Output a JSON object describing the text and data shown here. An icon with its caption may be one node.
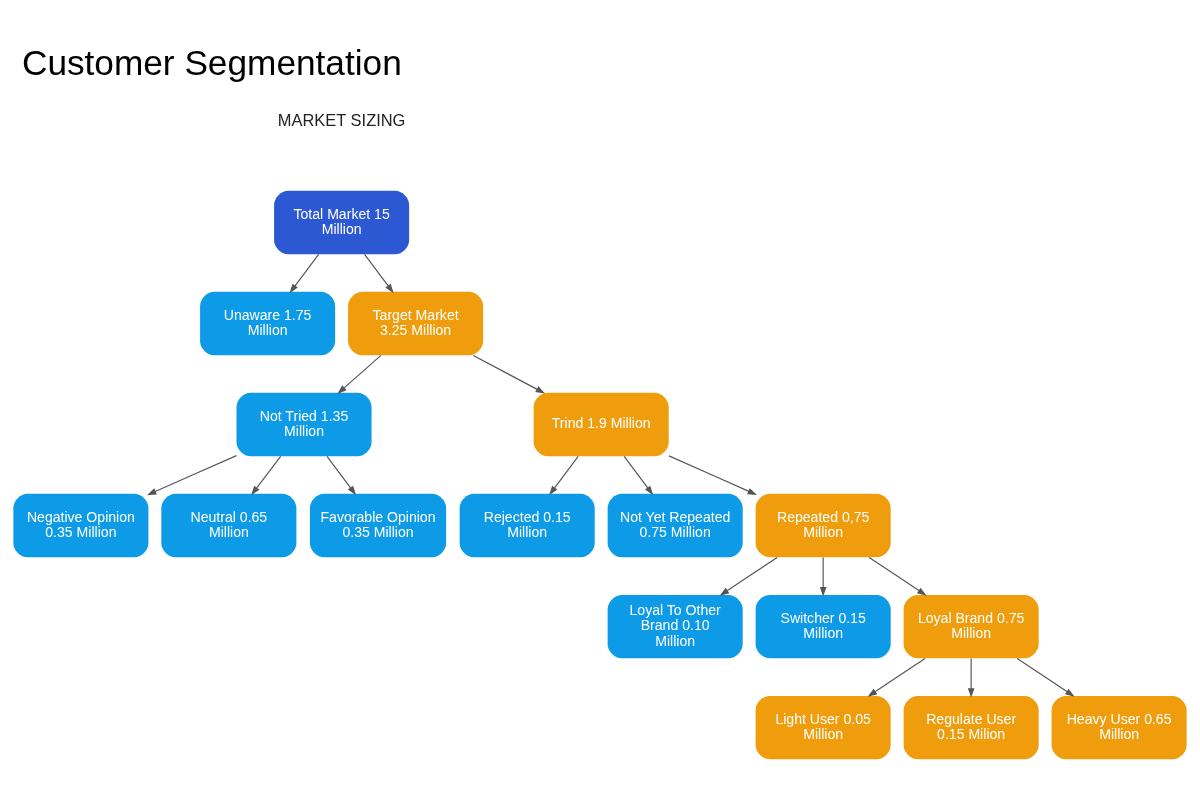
{
  "diagram": {
    "title": "Customer Segmentation",
    "nodes": [
      {
        "text": [
          "Total Market 15 Million"
        ]
      },
      {
        "text": [
          "Unaware 1.75 Million"
        ]
      },
      {
        "text": [
          "Target Market 3.25 Million"
        ]
      },
      {
        "text": [
          "Not Tried 1.35 Million"
        ]
      },
      {
        "text": [
          "Trind 1.9 Million"
        ]
      },
      {
        "text": [
          "Negative Opinion 0.35 Million"
        ]
      },
      {
        "text": [
          "Neutral 0.65 Million"
        ]
      },
      {
        "text": [
          "Favorable Opinion 0.35 Million"
        ]
      },
      {
        "text": [
          "Rejected 0.15 Million"
        ]
      },
      {
        "text": [
          "Not Yet Repeated 0.75 Million"
        ]
      },
      {
        "text": [
          "Repeated 0,75 Million"
        ]
      },
      {
        "text": [
          "Loyal To Other Brand 0.10 Million"
        ]
      },
      {
        "text": [
          "Switcher 0.15 Million"
        ]
      },
      {
        "text": [
          "Loyal Brand 0.75 Million"
        ]
      },
      {
        "text": [
          "Light User 0.05 Million"
        ]
      },
      {
        "text": [
          "Regulate User 0.15 Milion"
        ]
      },
      {
        "text": [
          "Heavy User 0.65 Million"
        ]
      }
    ],
    "edges": [
      {
        "from": 0,
        "to": 1,
        "arrow": "to"
      },
      {
        "from": 0,
        "to": 2,
        "arrow": "to"
      },
      {
        "from": 2,
        "to": 3,
        "arrow": "to"
      },
      {
        "from": 2,
        "to": 4,
        "arrow": "to"
      },
      {
        "from": 3,
        "to": 5,
        "arrow": "to"
      },
      {
        "from": 3,
        "to": 6,
        "arrow": "to"
      },
      {
        "from": 3,
        "to": 7,
        "arrow": "to"
      },
      {
        "from": 4,
        "to": 8,
        "arrow": "to"
      },
      {
        "from": 4,
        "to": 9,
        "arrow": "to"
      },
      {
        "from": 4,
        "to": 10,
        "arrow": "to"
      },
      {
        "from": 10,
        "to": 11,
        "arrow": "to"
      },
      {
        "from": 10,
        "to": 12,
        "arrow": "to"
      },
      {
        "from": 10,
        "to": 13,
        "arrow": "to"
      },
      {
        "from": 13,
        "to": 14,
        "arrow": "to"
      },
      {
        "from": 13,
        "to": 15,
        "arrow": "to"
      },
      {
        "from": 13,
        "to": 16,
        "arrow": "to"
      }
    ],
    "labels": [
      "MARKET SIZING"
    ]
  }
}
